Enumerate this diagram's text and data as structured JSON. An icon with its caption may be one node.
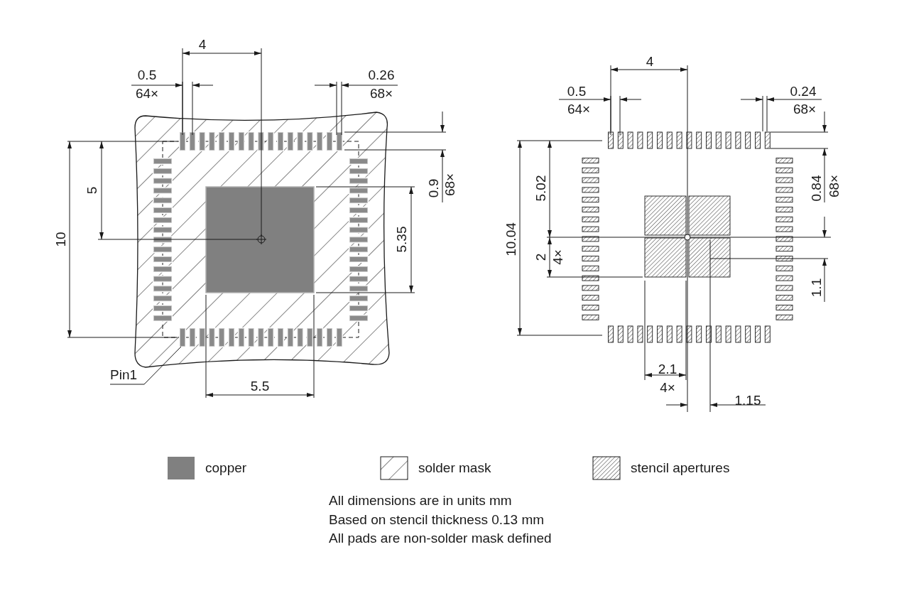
{
  "diagram": {
    "nodes": [
      {
        "text": [
          "Pin1"
        ]
      },
      {
        "text": [],
        "shape": "box"
      }
    ],
    "edges": [
      {
        "from": 0,
        "to": 1,
        "arrow": "none"
      }
    ],
    "labels": [
      "4",
      "0.5",
      "64×",
      "0.26",
      "68×",
      "0.9",
      "68×",
      "5",
      "10",
      "5.35",
      "5.5",
      "4",
      "0.5",
      "64×",
      "0.24",
      "68×",
      "5.02",
      "10.04",
      "0.84",
      "68×",
      "2",
      "4×",
      "1.1",
      "2.1",
      "4×",
      "1.15",
      "All dimensions are in units mm",
      "Based on stencil thickness 0.13 mm",
      "All pads are non-solder mask defined"
    ],
    "legend": [
      {
        "text": "copper",
        "color": "#808080"
      },
      {
        "text": "solder mask"
      },
      {
        "text": "stencil apertures"
      }
    ]
  }
}
